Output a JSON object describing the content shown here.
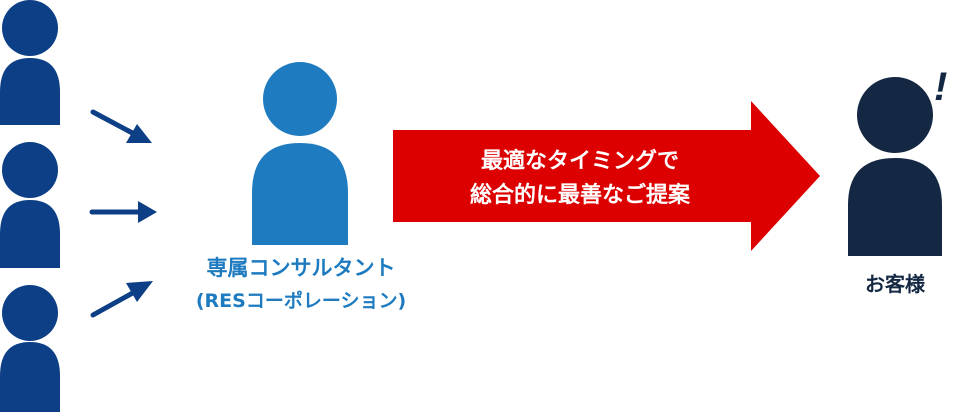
{
  "colors": {
    "staff": "#0d3f86",
    "consultant": "#1f7bc0",
    "customer": "#142844",
    "arrow": "#dd0000",
    "small_arrow": "#0d3f86"
  },
  "consultant": {
    "name": "専属コンサルタント",
    "company": "(RESコーポレーション)"
  },
  "proposal": {
    "line1": "最適なタイミングで",
    "line2": "総合的に最善なご提案"
  },
  "customer": {
    "label": "お客様",
    "exclamation": "!"
  }
}
